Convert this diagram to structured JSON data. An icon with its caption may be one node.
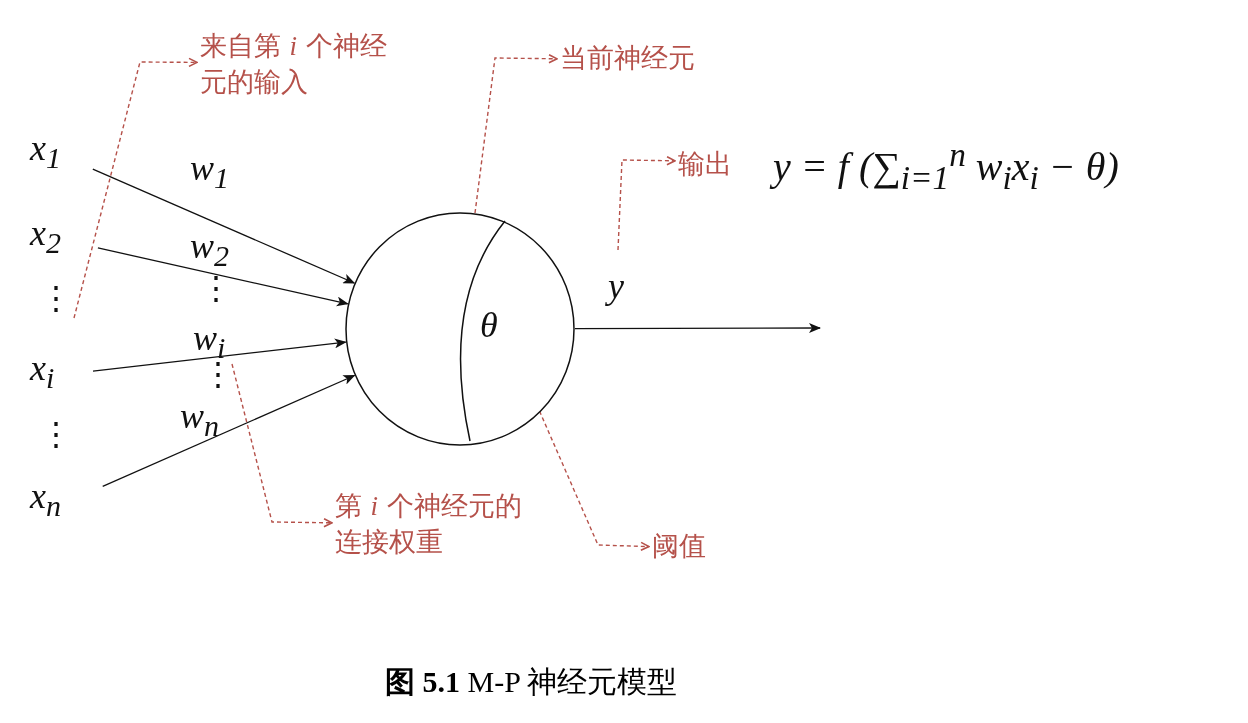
{
  "diagram": {
    "caption": "**图 5.1** M-P 神经元模型",
    "nodes": [
      {
        "text": [
          "x$_{1}$"
        ]
      },
      {
        "text": [
          "x$_{2}$"
        ]
      },
      {
        "text": [
          "x$_{i}$"
        ]
      },
      {
        "text": [
          "x$_{n}$"
        ]
      },
      {
        "text": [],
        "shape": "circle"
      },
      {
        "text": [
          "θ"
        ],
        "in": 4
      },
      {
        "text": [
          "来自第 *i* 个神经元的输入"
        ]
      },
      {
        "text": [
          "当前神经元"
        ]
      },
      {
        "text": [
          "输出",
          "*y* = *f* (∑$_{i=1}$$^{n}$ *w*$_{i}$*x*$_{i}$ − *θ*)"
        ]
      },
      {
        "text": [
          "第 *i* 个神经元的连接权重"
        ]
      },
      {
        "text": [
          "阈值"
        ]
      }
    ],
    "edges": [
      {
        "from": 0,
        "to": 4,
        "arrow": "to",
        "label": "w$_{1}$"
      },
      {
        "from": 1,
        "to": 4,
        "arrow": "to",
        "label": "w$_{2}$"
      },
      {
        "from": 2,
        "to": 4,
        "arrow": "to",
        "label": "w$_{i}$"
      },
      {
        "from": 3,
        "to": 4,
        "arrow": "to",
        "label": "w$_{n}$"
      },
      {
        "from": 4,
        "to": null,
        "arrow": "to",
        "label": "y"
      },
      {
        "from": null,
        "to": 6,
        "arrow": "to",
        "style": "dashed",
        "color": "#b5514a"
      },
      {
        "from": 4,
        "to": 7,
        "arrow": "to",
        "style": "dashed",
        "color": "#b5514a"
      },
      {
        "from": null,
        "to": 8,
        "arrow": "to",
        "style": "dashed",
        "color": "#b5514a"
      },
      {
        "from": null,
        "to": 9,
        "arrow": "to",
        "style": "dashed",
        "color": "#b5514a"
      },
      {
        "from": 5,
        "to": 10,
        "arrow": "to",
        "style": "dashed",
        "color": "#b5514a"
      }
    ],
    "labels": [
      "⋮",
      "⋮",
      "⋮",
      "⋮"
    ]
  }
}
